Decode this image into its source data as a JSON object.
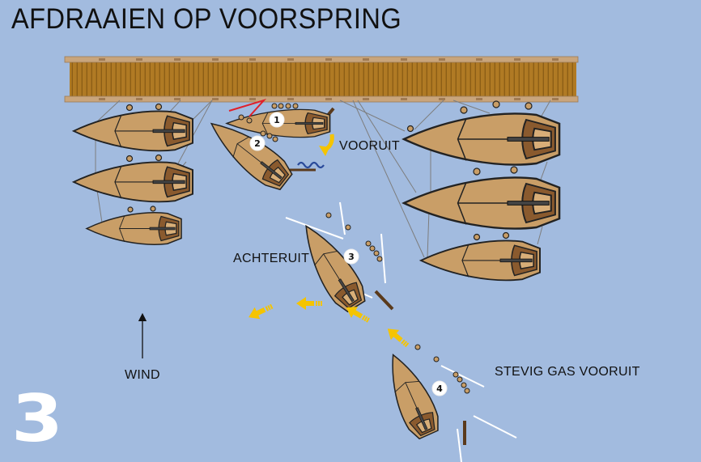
{
  "title": "AFDRAAIEN OP VOORSPRING",
  "step_number": "3",
  "labels": {
    "vooruit": "VOORUIT",
    "achteruit": "ACHTERUIT",
    "stevig_gas_vooruit": "STEVIG GAS VOORUIT",
    "wind": "WIND"
  },
  "boat_positions": [
    "1",
    "2",
    "3",
    "4"
  ],
  "colors": {
    "water": "#a2bbdf",
    "jetty_planks": "#b07a24",
    "jetty_rail": "#c9a57c",
    "hull": "#c99e67",
    "cockpit_outer": "#8a5a2e",
    "cockpit_inner": "#d8ae78",
    "spring_line": "#e0202a",
    "prop_wash": "#2a4a9a",
    "movement_arrow": "#f5c400",
    "wake": "#ffffff"
  }
}
